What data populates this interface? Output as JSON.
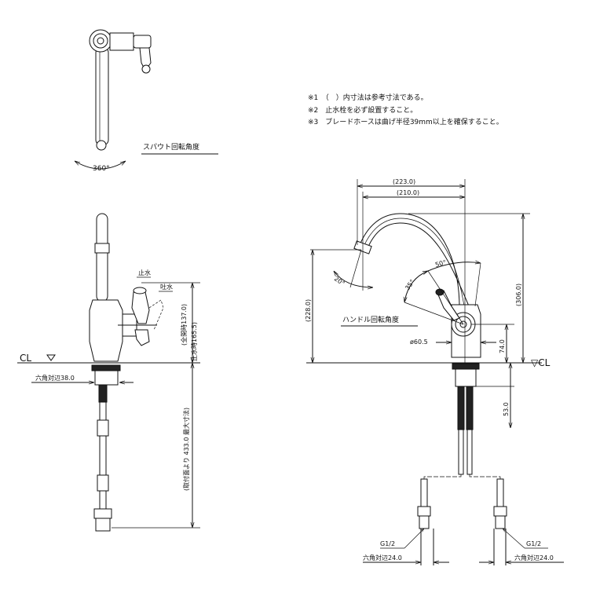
{
  "notes": [
    "※1　（　）内寸法は参考寸法である。",
    "※2　止水栓を必ず設置すること。",
    "※3　ブレードホースは曲げ半径39mm以上を確保すること。"
  ],
  "top_view": {
    "label": "スパウト回転角度",
    "angle": "360°"
  },
  "side_view": {
    "cl_label": "CL",
    "handle_stop": "止水",
    "handle_spout": "吐水",
    "dim_open": "(全開時137.0)",
    "dim_stop": "止水時165.5)",
    "dim_total": "(取付面より 433.0 最大寸法)",
    "hex_label": "六角対辺38.0"
  },
  "front_view": {
    "dim_223": "(223.0)",
    "dim_210": "(210.0)",
    "dim_306": "(306.0)",
    "dim_228": "(228.0)",
    "dim_74": "74.0",
    "dim_53": "53.0",
    "diameter": "ø60.5",
    "angle_20": "20°",
    "angle_35": "35°",
    "angle_50": "50°",
    "handle_label": "ハンドル回転角度",
    "cl_label": "▽CL",
    "thread_left": "G1/2",
    "thread_right": "G1/2",
    "hex_left": "六角対辺24.0",
    "hex_right": "六角対辺24.0"
  }
}
